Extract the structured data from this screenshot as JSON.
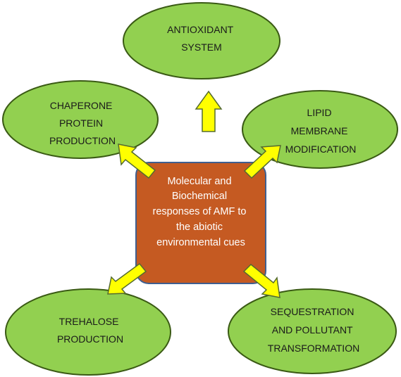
{
  "center": {
    "lines": [
      "Molecular and",
      "Biochemical",
      "responses of AMF to",
      "the abiotic",
      "environmental cues"
    ]
  },
  "nodes": {
    "antioxidant": {
      "lines": [
        "ANTIOXIDANT",
        "SYSTEM"
      ]
    },
    "chaperone": {
      "lines": [
        "CHAPERONE",
        "PROTEIN",
        "PRODUCTION"
      ]
    },
    "lipid": {
      "lines": [
        "LIPID",
        "MEMBRANE",
        "MODIFICATION"
      ]
    },
    "trehalose": {
      "lines": [
        "TREHALOSE",
        "PRODUCTION"
      ]
    },
    "sequestration": {
      "lines": [
        "SEQUESTRATION",
        "AND POLLUTANT",
        "TRANSFORMATION"
      ]
    }
  },
  "colors": {
    "ellipse_fill": "#92d050",
    "ellipse_stroke": "#3a5a14",
    "center_fill": "#c55a22",
    "center_stroke": "#3f5f8f",
    "arrow_fill": "#ffff00",
    "arrow_stroke": "#556b2f"
  }
}
